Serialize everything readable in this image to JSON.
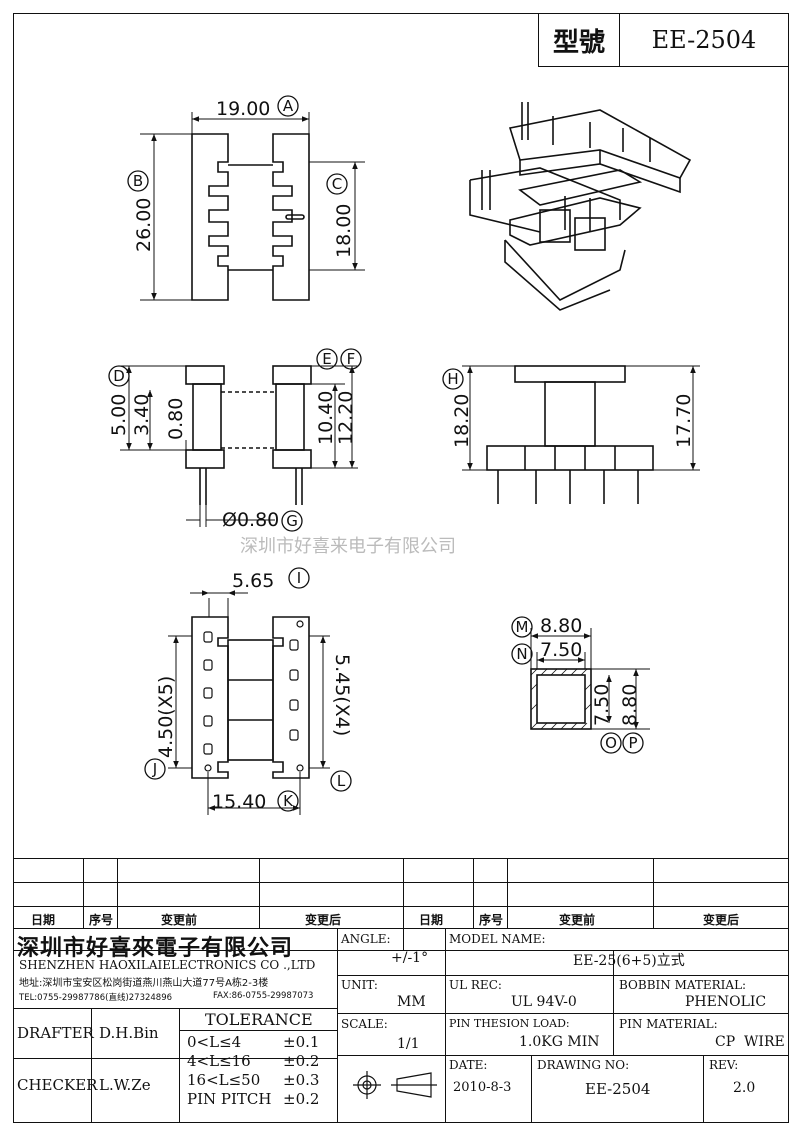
{
  "header": {
    "model_label": "型號",
    "model_value": "EE-2504"
  },
  "watermark": {
    "company": "深圳市好喜来电子有限公司"
  },
  "dimensions": {
    "a": "19.00",
    "b": "26.00",
    "c": "18.00",
    "d1": "5.00",
    "d2": "3.40",
    "d3": "0.80",
    "e": "10.40",
    "f": "12.20",
    "g": "Ø0.80",
    "h1": "18.20",
    "h2": "17.70",
    "i": "5.65",
    "j": "4.50(X5)",
    "k": "15.40",
    "l": "5.45(X4)",
    "m": "8.80",
    "n": "7.50",
    "o": "7.50",
    "p": "8.80"
  },
  "markers": [
    "A",
    "B",
    "C",
    "D",
    "E",
    "F",
    "G",
    "H",
    "I",
    "J",
    "K",
    "L",
    "M",
    "N",
    "O",
    "P"
  ],
  "revision_table": {
    "headers_left": [
      "日期",
      "序号",
      "变更前",
      "变更后"
    ],
    "headers_right": [
      "日期",
      "序号",
      "变更前",
      "变更后"
    ]
  },
  "company": {
    "name_cn": "深圳市好喜來電子有限公司",
    "name_en": "SHENZHEN HAOXILAIELECTRONICS CO .,LTD",
    "address": "地址:深圳市宝安区松岗街道燕川燕山大道77号A栋2-3楼",
    "tel": "TEL:0755-29987786(直线)27324896",
    "fax": "FAX:86-0755-29987073"
  },
  "signoff": {
    "drafter_label": "DRAFTER",
    "drafter": "D.H.Bin",
    "checker_label": "CHECKER",
    "checker": "L.W.Ze"
  },
  "tolerance": {
    "title": "TOLERANCE",
    "rows": [
      {
        "range": "0<L≤4",
        "value": "±0.1"
      },
      {
        "range": "4<L≤16",
        "value": "±0.2"
      },
      {
        "range": "16<L≤50",
        "value": "±0.3"
      },
      {
        "range": "PIN PITCH",
        "value": "±0.2"
      }
    ]
  },
  "fields": {
    "angle_label": "ANGLE:",
    "angle": "+/-1°",
    "unit_label": "UNIT:",
    "unit": "MM",
    "scale_label": "SCALE:",
    "scale": "1/1",
    "model_name_label": "MODEL NAME:",
    "model_name": "EE-25(6+5)立式",
    "ul_label": "UL REC:",
    "ul": "UL 94V-0",
    "bobbin_label": "BOBBIN MATERIAL:",
    "bobbin": "PHENOLIC",
    "pin_load_label": "PIN THESION LOAD:",
    "pin_load": "1.0KG MIN",
    "pin_mat_label": "PIN MATERIAL:",
    "pin_mat": "CP  WIRE",
    "date_label": "DATE:",
    "date": "2010-8-3",
    "drawing_label": "DRAWING NO:",
    "drawing": "EE-2504",
    "rev_label": "REV:",
    "rev": "2.0"
  }
}
